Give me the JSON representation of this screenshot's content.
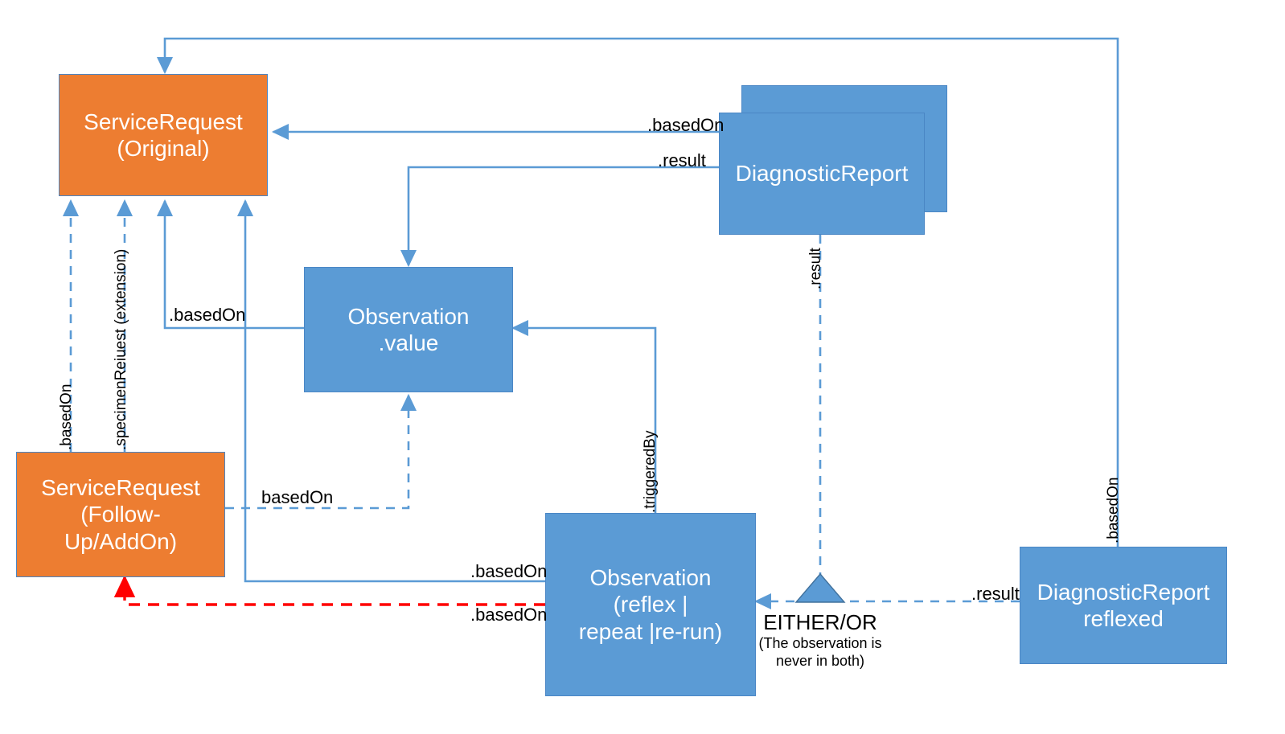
{
  "diagram": {
    "title": "FHIR ServiceRequest / Observation / DiagnosticReport relationships",
    "colors": {
      "orange_fill": "#ED7D31",
      "blue_fill": "#5B9BD5",
      "border_blue": "#4A86C5",
      "line_blue": "#5B9BD5",
      "line_red": "#FF0000",
      "text_dark": "#000000",
      "text_light": "#FFFFFF",
      "background": "#FFFFFF"
    },
    "nodes": [
      {
        "id": "service-request-original",
        "line1": "ServiceRequest",
        "line2": "(Original)",
        "color": "orange"
      },
      {
        "id": "service-request-followup",
        "line1": "ServiceRequest",
        "line2": "(Follow-",
        "line3": "Up/AddOn)",
        "color": "orange"
      },
      {
        "id": "observation-value",
        "line1": "Observation",
        "line2": ".value",
        "color": "blue"
      },
      {
        "id": "observation-reflex",
        "line1": "Observation",
        "line2": "(reflex |",
        "line3": "repeat |re-run)",
        "color": "blue"
      },
      {
        "id": "diagnostic-report",
        "line1": "DiagnosticReport",
        "color": "blue",
        "stacked": true
      },
      {
        "id": "diagnostic-report-reflexed",
        "line1": "DiagnosticReport",
        "line2": "reflexed",
        "color": "blue"
      }
    ],
    "edge_labels": {
      "dr_basedon": ".basedOn",
      "dr_result": ".result",
      "obsvalue_basedon": ".basedOn",
      "followup_basedon_dashed": "basedOn",
      "reflex_basedon_solid": ".basedOn",
      "reflex_basedon_red": ".basedOn",
      "reflexed_result": ".result",
      "vertical_basedon_left": ".basedOn",
      "vertical_specimenrequest": ".specimenReiuest (extension)",
      "vertical_result_mid": ".result",
      "vertical_triggeredby": ".triggeredBy",
      "vertical_basedon_right": ".basedOn"
    },
    "annotation": {
      "heading": "EITHER/OR",
      "note_line1": "(The observation is",
      "note_line2": "never in both)",
      "marker": "triangle-marker"
    }
  }
}
